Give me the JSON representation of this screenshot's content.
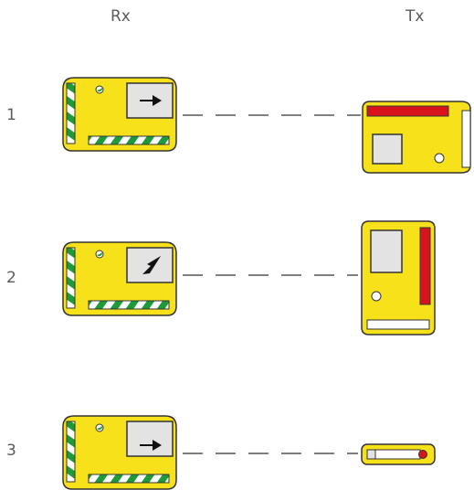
{
  "headers": {
    "rx": "Rx",
    "tx": "Tx"
  },
  "rows": [
    {
      "number": "1",
      "rx_arrow": "right",
      "tx_orientation": "landscape"
    },
    {
      "number": "2",
      "rx_arrow": "diagonal-up-right",
      "tx_orientation": "portrait"
    },
    {
      "number": "3",
      "rx_arrow": "right",
      "tx_orientation": "compact"
    }
  ],
  "colors": {
    "device_yellow": "#f7e11a",
    "device_outline": "#333333",
    "stripe_green": "#1e9a3a",
    "panel_gray": "#e3e3e3",
    "red_bar": "#d8131b",
    "dashed_line": "#555555",
    "text": "#5a5a5a"
  },
  "icons": [
    "arrow-icon",
    "led-indicator-icon",
    "lens-icon"
  ]
}
